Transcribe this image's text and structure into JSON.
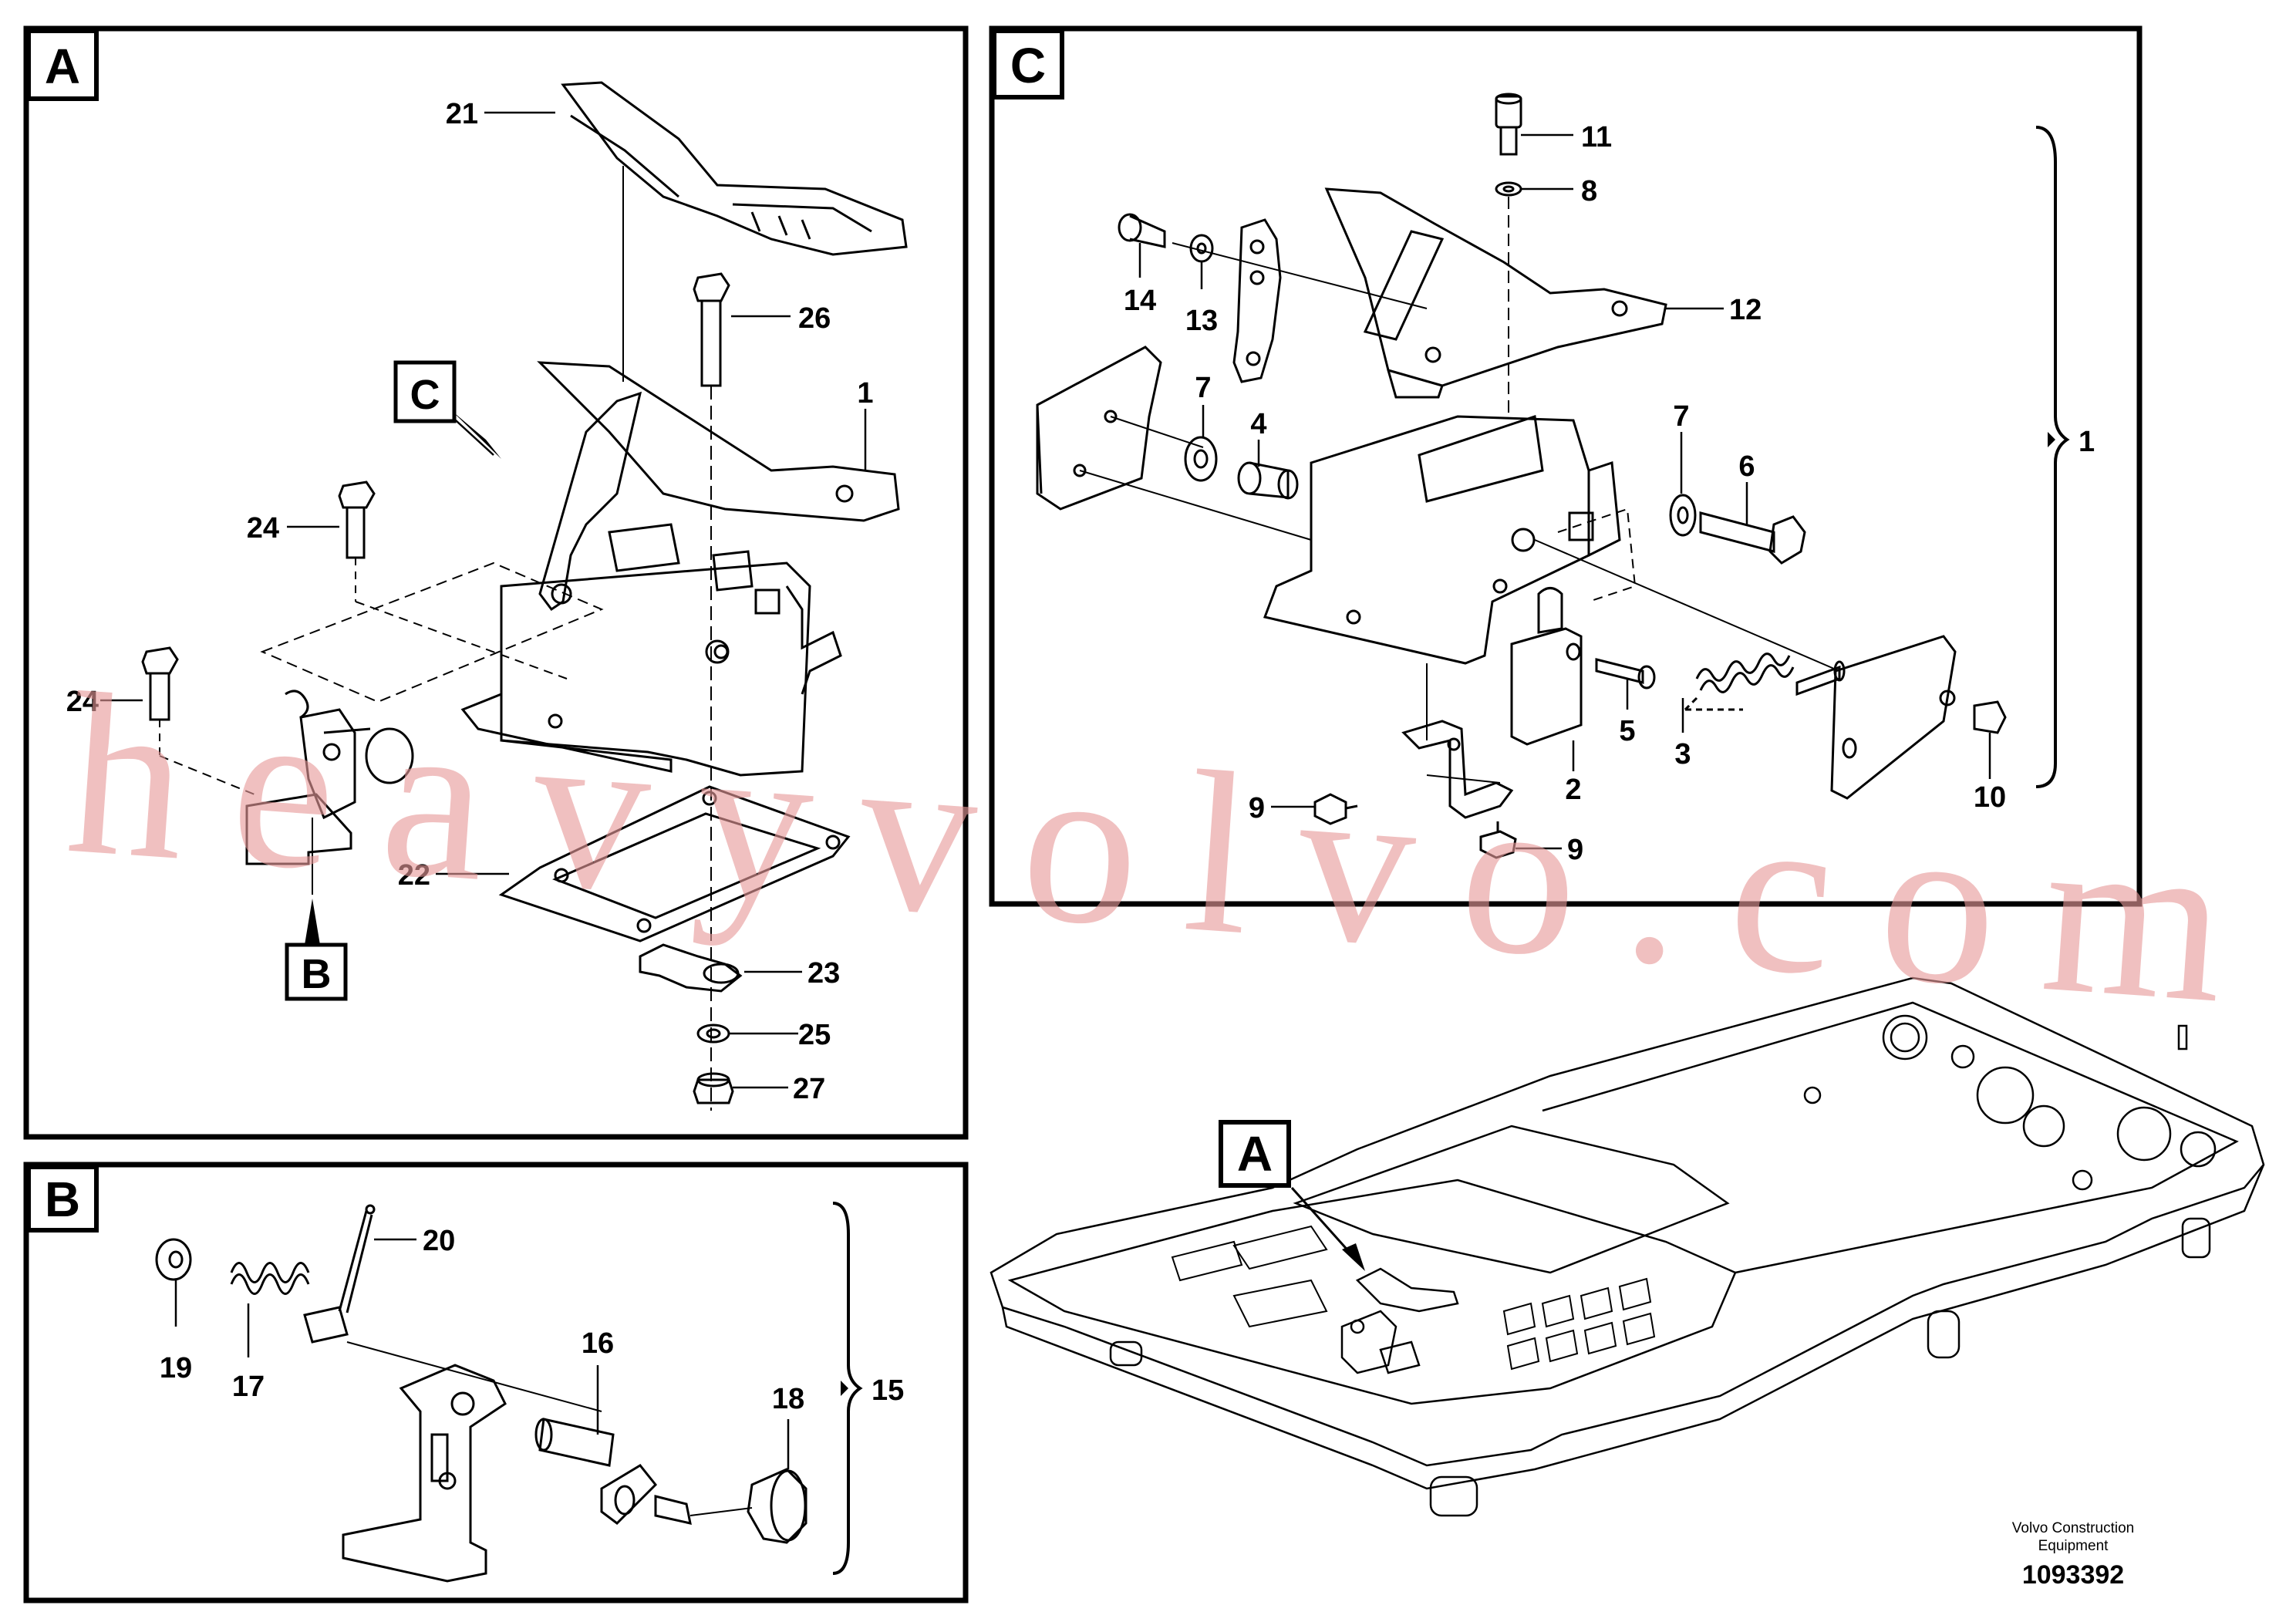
{
  "panels": {
    "A": {
      "tag": "A",
      "callouts": [
        "21",
        "26",
        "1",
        "24",
        "24",
        "22",
        "23",
        "25",
        "27"
      ],
      "refs": [
        "C",
        "B"
      ]
    },
    "B": {
      "tag": "B",
      "callouts": [
        "20",
        "19",
        "17",
        "16",
        "18"
      ],
      "group": "15"
    },
    "C": {
      "tag": "C",
      "callouts": [
        "11",
        "8",
        "14",
        "13",
        "12",
        "7",
        "4",
        "7",
        "6",
        "5",
        "3",
        "9",
        "2",
        "9",
        "10"
      ],
      "group": "1"
    },
    "overview": {
      "tag": "A"
    }
  },
  "footer": {
    "brand_line1": "Volvo Construction",
    "brand_line2": "Equipment",
    "doc_number": "1093392"
  },
  "watermark": "heavyvolvo.com"
}
